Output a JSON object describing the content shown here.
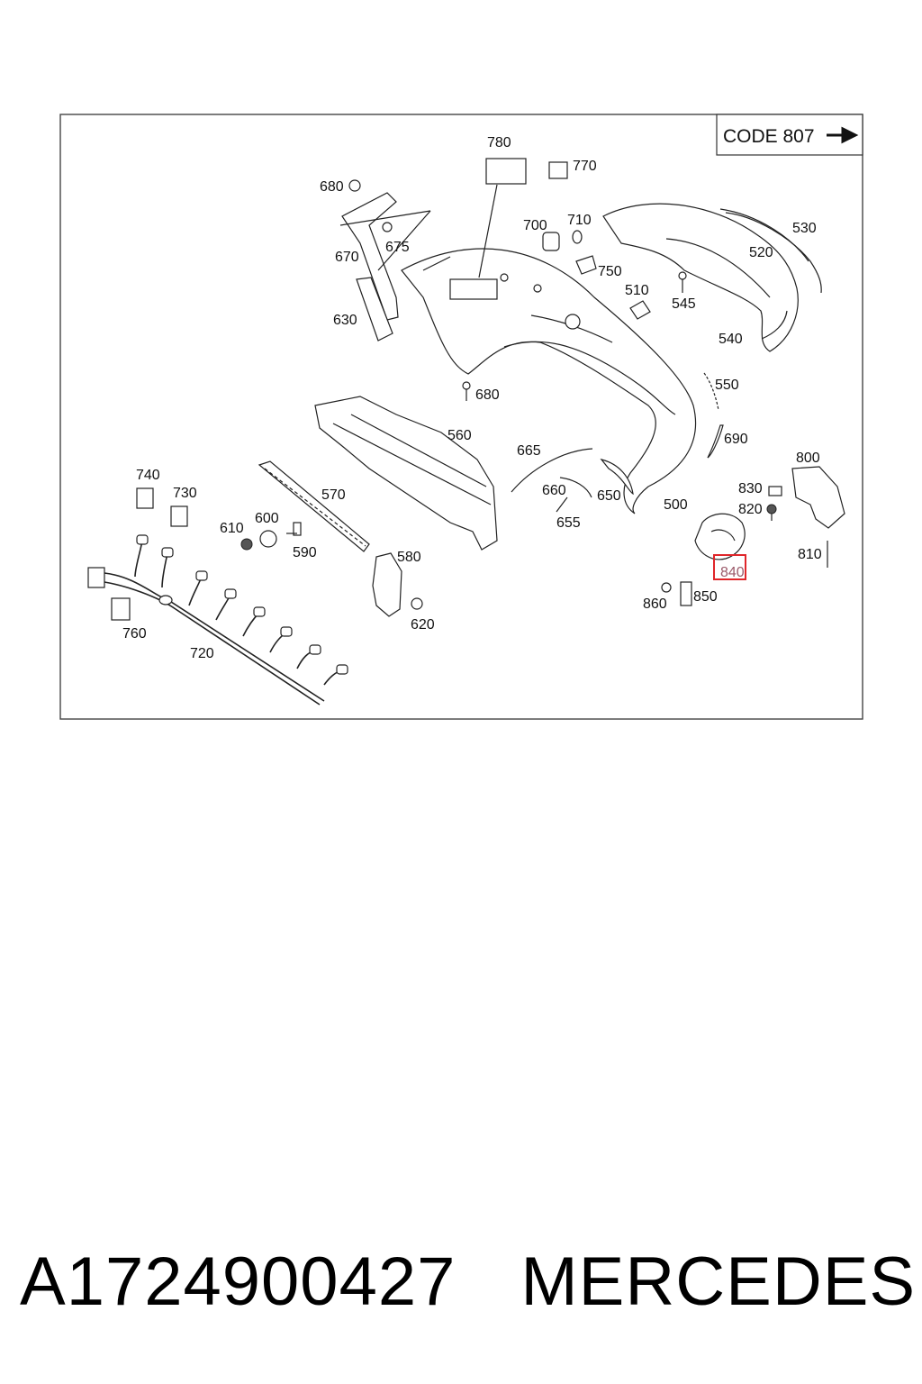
{
  "code_label": "CODE 807",
  "highlighted_part": "840",
  "part_number": "A1724900427",
  "brand": "MERCEDES",
  "callouts": [
    "780",
    "770",
    "680",
    "670",
    "675",
    "700",
    "710",
    "750",
    "510",
    "545",
    "530",
    "520",
    "540",
    "630",
    "680",
    "550",
    "690",
    "560",
    "665",
    "660",
    "655",
    "650",
    "500",
    "800",
    "830",
    "820",
    "810",
    "840",
    "850",
    "860",
    "740",
    "730",
    "570",
    "610",
    "600",
    "590",
    "580",
    "620",
    "760",
    "720"
  ]
}
